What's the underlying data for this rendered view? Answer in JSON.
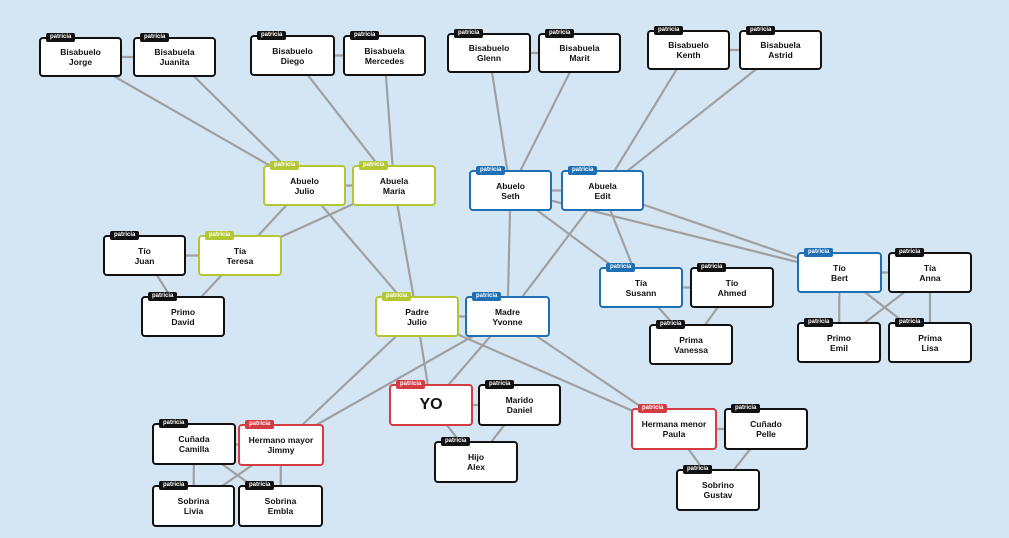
{
  "tag_label": "patricia",
  "colors": {
    "background": "#d4e6f4",
    "default": "#111111",
    "green": "#b3c733",
    "blue": "#1f6fb5",
    "red": "#d43c44",
    "edge": "#a0a0a0"
  },
  "nodes": [
    {
      "id": "bisabuelo-jorge",
      "l1": "Bisabuelo",
      "l2": "Jorge",
      "color": "default"
    },
    {
      "id": "bisabuela-juanita",
      "l1": "Bisabuela",
      "l2": "Juanita",
      "color": "default"
    },
    {
      "id": "bisabuelo-diego",
      "l1": "Bisabuelo",
      "l2": "Diego",
      "color": "default"
    },
    {
      "id": "bisabuela-mercedes",
      "l1": "Bisabuela",
      "l2": "Mercedes",
      "color": "default"
    },
    {
      "id": "bisabuelo-glenn",
      "l1": "Bisabuelo",
      "l2": "Glenn",
      "color": "default"
    },
    {
      "id": "bisabuela-marit",
      "l1": "Bisabuela",
      "l2": "Marit",
      "color": "default"
    },
    {
      "id": "bisabuelo-kenth",
      "l1": "Bisabuelo",
      "l2": "Kenth",
      "color": "default"
    },
    {
      "id": "bisabuela-astrid",
      "l1": "Bisabuela",
      "l2": "Astrid",
      "color": "default"
    },
    {
      "id": "abuelo-julio",
      "l1": "Abuelo",
      "l2": "Julio",
      "color": "green"
    },
    {
      "id": "abuela-maria",
      "l1": "Abuela",
      "l2": "María",
      "color": "green"
    },
    {
      "id": "abuelo-seth",
      "l1": "Abuelo",
      "l2": "Seth",
      "color": "blue"
    },
    {
      "id": "abuela-edit",
      "l1": "Abuela",
      "l2": "Edit",
      "color": "blue"
    },
    {
      "id": "tio-juan",
      "l1": "Tío",
      "l2": "Juan",
      "color": "default"
    },
    {
      "id": "tia-teresa",
      "l1": "Tía",
      "l2": "Teresa",
      "color": "green"
    },
    {
      "id": "primo-david",
      "l1": "Primo",
      "l2": "David",
      "color": "default"
    },
    {
      "id": "tia-susann",
      "l1": "Tía",
      "l2": "Susann",
      "color": "blue"
    },
    {
      "id": "tio-ahmed",
      "l1": "Tío",
      "l2": "Ahmed",
      "color": "default"
    },
    {
      "id": "prima-vanessa",
      "l1": "Prima",
      "l2": "Vanessa",
      "color": "default"
    },
    {
      "id": "tio-bert",
      "l1": "Tío",
      "l2": "Bert",
      "color": "blue"
    },
    {
      "id": "tia-anna",
      "l1": "Tía",
      "l2": "Anna",
      "color": "default"
    },
    {
      "id": "primo-emil",
      "l1": "Primo",
      "l2": "Emil",
      "color": "default"
    },
    {
      "id": "prima-lisa",
      "l1": "Prima",
      "l2": "Lisa",
      "color": "default"
    },
    {
      "id": "padre-julio",
      "l1": "Padre",
      "l2": "Julio",
      "color": "green"
    },
    {
      "id": "madre-yvonne",
      "l1": "Madre",
      "l2": "Yvonne",
      "color": "blue"
    },
    {
      "id": "yo",
      "l1": "YO",
      "l2": "",
      "color": "red"
    },
    {
      "id": "marido-daniel",
      "l1": "Marido",
      "l2": "Daniel",
      "color": "default"
    },
    {
      "id": "hijo-alex",
      "l1": "Hijo",
      "l2": "Alex",
      "color": "default"
    },
    {
      "id": "hermana-paula",
      "l1": "Hermana menor",
      "l2": "Paula",
      "color": "red"
    },
    {
      "id": "cunado-pelle",
      "l1": "Cuñado",
      "l2": "Pelle",
      "color": "default"
    },
    {
      "id": "sobrino-gustav",
      "l1": "Sobrino",
      "l2": "Gustav",
      "color": "default"
    },
    {
      "id": "cunada-camilla",
      "l1": "Cuñada",
      "l2": "Camilla",
      "color": "default"
    },
    {
      "id": "hermano-jimmy",
      "l1": "Hermano mayor",
      "l2": "Jimmy",
      "color": "red"
    },
    {
      "id": "sobrina-livia",
      "l1": "Sobrina",
      "l2": "Livia",
      "color": "default"
    },
    {
      "id": "sobrina-embla",
      "l1": "Sobrina",
      "l2": "Embla",
      "color": "default"
    }
  ],
  "edges": [
    [
      "bisabuelo-jorge",
      "bisabuela-juanita"
    ],
    [
      "bisabuelo-diego",
      "bisabuela-mercedes"
    ],
    [
      "bisabuelo-glenn",
      "bisabuela-marit"
    ],
    [
      "bisabuelo-kenth",
      "bisabuela-astrid"
    ],
    [
      "bisabuelo-jorge",
      "abuelo-julio"
    ],
    [
      "bisabuela-juanita",
      "abuelo-julio"
    ],
    [
      "bisabuelo-diego",
      "abuela-maria"
    ],
    [
      "bisabuela-mercedes",
      "abuela-maria"
    ],
    [
      "bisabuelo-glenn",
      "abuelo-seth"
    ],
    [
      "bisabuela-marit",
      "abuelo-seth"
    ],
    [
      "bisabuelo-kenth",
      "abuela-edit"
    ],
    [
      "bisabuela-astrid",
      "abuela-edit"
    ],
    [
      "abuelo-julio",
      "abuela-maria"
    ],
    [
      "abuelo-seth",
      "abuela-edit"
    ],
    [
      "abuelo-julio",
      "tia-teresa"
    ],
    [
      "abuela-maria",
      "tia-teresa"
    ],
    [
      "abuelo-julio",
      "padre-julio"
    ],
    [
      "abuela-maria",
      "padre-julio"
    ],
    [
      "abuelo-seth",
      "madre-yvonne"
    ],
    [
      "abuela-edit",
      "madre-yvonne"
    ],
    [
      "abuelo-seth",
      "tia-susann"
    ],
    [
      "abuela-edit",
      "tia-susann"
    ],
    [
      "abuelo-seth",
      "tio-bert"
    ],
    [
      "abuela-edit",
      "tio-bert"
    ],
    [
      "tio-juan",
      "tia-teresa"
    ],
    [
      "tio-juan",
      "primo-david"
    ],
    [
      "tia-teresa",
      "primo-david"
    ],
    [
      "tia-susann",
      "tio-ahmed"
    ],
    [
      "tia-susann",
      "prima-vanessa"
    ],
    [
      "tio-ahmed",
      "prima-vanessa"
    ],
    [
      "tio-bert",
      "tia-anna"
    ],
    [
      "tio-bert",
      "primo-emil"
    ],
    [
      "tio-bert",
      "prima-lisa"
    ],
    [
      "tia-anna",
      "primo-emil"
    ],
    [
      "tia-anna",
      "prima-lisa"
    ],
    [
      "padre-julio",
      "madre-yvonne"
    ],
    [
      "padre-julio",
      "yo"
    ],
    [
      "madre-yvonne",
      "yo"
    ],
    [
      "padre-julio",
      "hermana-paula"
    ],
    [
      "madre-yvonne",
      "hermana-paula"
    ],
    [
      "padre-julio",
      "hermano-jimmy"
    ],
    [
      "madre-yvonne",
      "hermano-jimmy"
    ],
    [
      "yo",
      "marido-daniel"
    ],
    [
      "yo",
      "hijo-alex"
    ],
    [
      "marido-daniel",
      "hijo-alex"
    ],
    [
      "hermana-paula",
      "cunado-pelle"
    ],
    [
      "hermana-paula",
      "sobrino-gustav"
    ],
    [
      "cunado-pelle",
      "sobrino-gustav"
    ],
    [
      "cunada-camilla",
      "hermano-jimmy"
    ],
    [
      "cunada-camilla",
      "sobrina-livia"
    ],
    [
      "cunada-camilla",
      "sobrina-embla"
    ],
    [
      "hermano-jimmy",
      "sobrina-livia"
    ],
    [
      "hermano-jimmy",
      "sobrina-embla"
    ]
  ]
}
